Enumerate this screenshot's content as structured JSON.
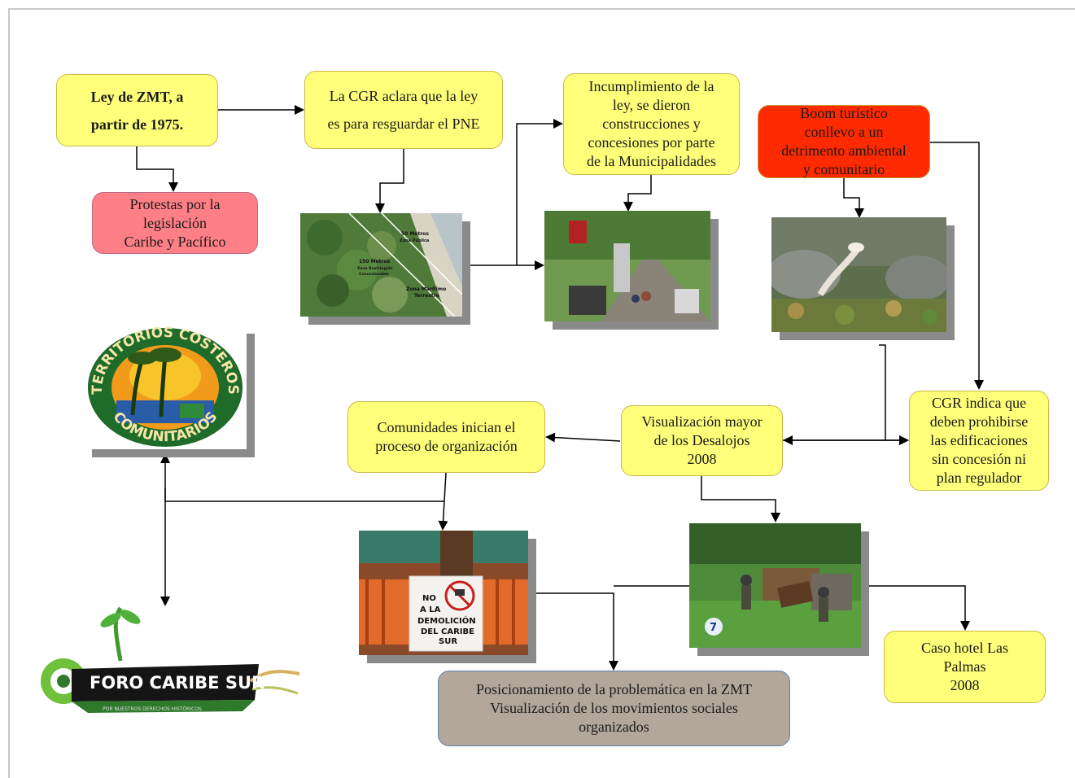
{
  "boxes": {
    "ley_zmt": "Ley de ZMT, a\npartir de 1975.",
    "protestas": "Protestas por la\nlegislación\nCaribe y Pacífico",
    "cgr_aclara": "La CGR aclara que la ley\nes para resguardar el PNE",
    "incumplimiento": "Incumplimiento de la\nley, se dieron\nconstrucciones y\nconcesiones por parte\nde la Municipalidades",
    "boom": "Boom turístico\nconllevo a un\ndetrimento ambiental\ny comunitario",
    "comunidades": "Comunidades inician el\nproceso de organización",
    "visualizacion": "Visualización mayor\nde los Desalojos\n2008",
    "cgr_indica": "CGR indica que\ndeben prohibirse\nlas edificaciones\nsin concesión ni\nplan regulador",
    "caso_hotel": "Caso hotel Las\nPalmas\n2008",
    "posicionamiento": "Posicionamiento de la problemática en la ZMT\nVisualización de los movimientos sociales\norganizados"
  },
  "map_labels": {
    "zona_publica_m": "50 Metros",
    "zona_publica": "Zona Pública",
    "zona_restringida_m": "150 Metros",
    "zona_restringida_1": "Zona Restringida",
    "zona_restringida_2": "Concesionable",
    "zona_maritimo_1": "Zona Marítimo",
    "zona_maritimo_2": "Terrestre"
  },
  "sign_text": {
    "line1": "NO",
    "line2": "A LA",
    "line3": "DEMOLICIÓN",
    "line4": "DEL CARIBE",
    "line5": "SUR"
  },
  "tv_logo": "7",
  "logos": {
    "territorios_top": "TERRITORIOS COSTEROS",
    "territorios_bottom": "COMUNITARIOS",
    "foro": "FORO CARIBE SUR",
    "foro_sub": "POR NUESTROS DERECHOS HISTÓRICOS"
  },
  "colors": {
    "yellow_box": "#ffff7a",
    "pink_box": "#ff7f86",
    "red_box": "#ff2a00",
    "gray_box": "#b3a79c"
  }
}
